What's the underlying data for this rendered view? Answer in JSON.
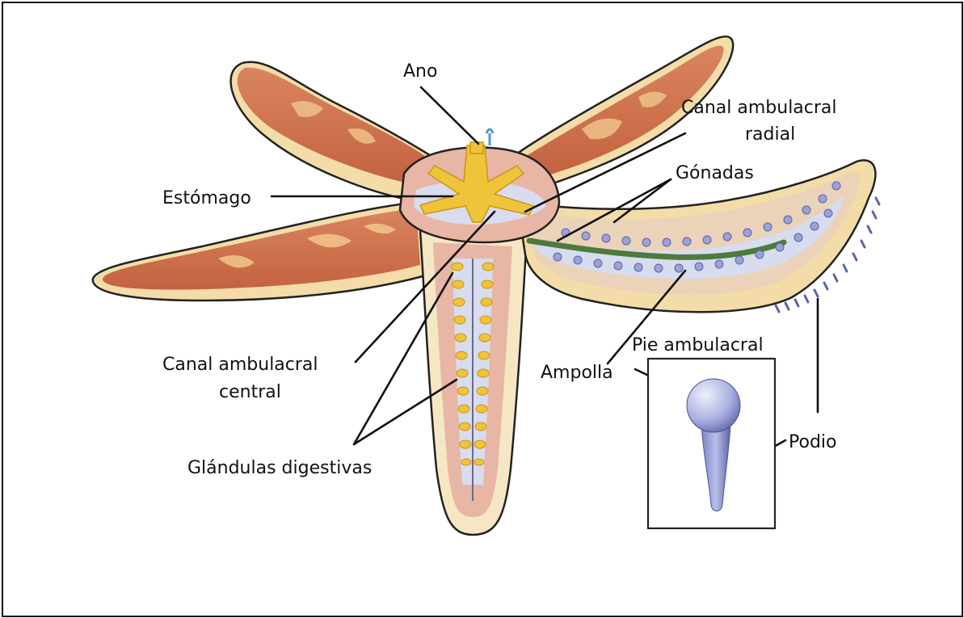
{
  "labels": {
    "ano": "Ano",
    "canal_radial_1": "Canal ambulacral",
    "canal_radial_2": "radial",
    "estomago": "Estómago",
    "gonadas": "Gónadas",
    "canal_central_1": "Canal ambulacral",
    "canal_central_2": "central",
    "glandulas": "Glándulas digestivas",
    "pie_ambulacral": "Pie ambulacral",
    "ampolla": "Ampolla",
    "podio": "Podio"
  },
  "colors": {
    "arm_dorsal": "#d9855f",
    "arm_dorsal_dark": "#c4623f",
    "arm_patch": "#efc189",
    "arm_body": "#f3dca8",
    "arm_inner": "#f6e7c4",
    "cavity": "#ead3b8",
    "cavity_pink": "#e8b6a5",
    "digestive": "#f0c43a",
    "digestive_dark": "#c99616",
    "gonad": "#4e7a3c",
    "tube_foot": "#9aa2d6",
    "tube_foot_dark": "#5a63a8",
    "outline": "#222222"
  }
}
